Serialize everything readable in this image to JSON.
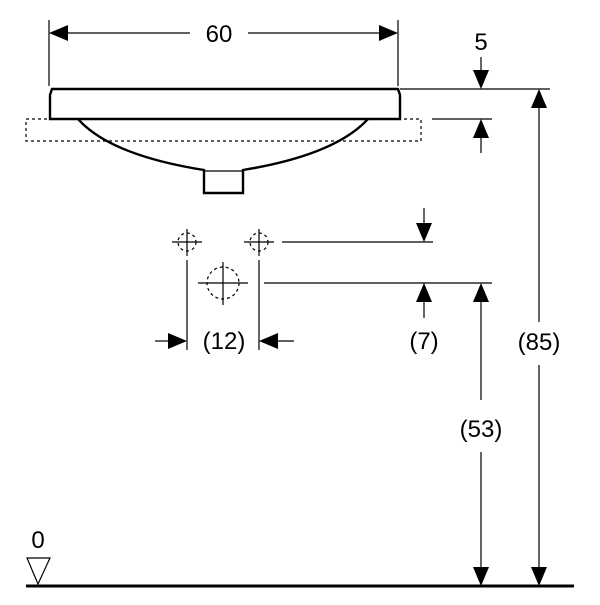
{
  "dimensions": {
    "width_label": "60",
    "rim_thickness_label": "5",
    "tap_hole_spacing_label": "(12)",
    "tap_hole_offset_label": "(7)",
    "tap_hole_height_label": "(53)",
    "total_height_label": "(85)",
    "floor_level_label": "0"
  },
  "colors": {
    "line": "#000000",
    "background": "#ffffff"
  }
}
